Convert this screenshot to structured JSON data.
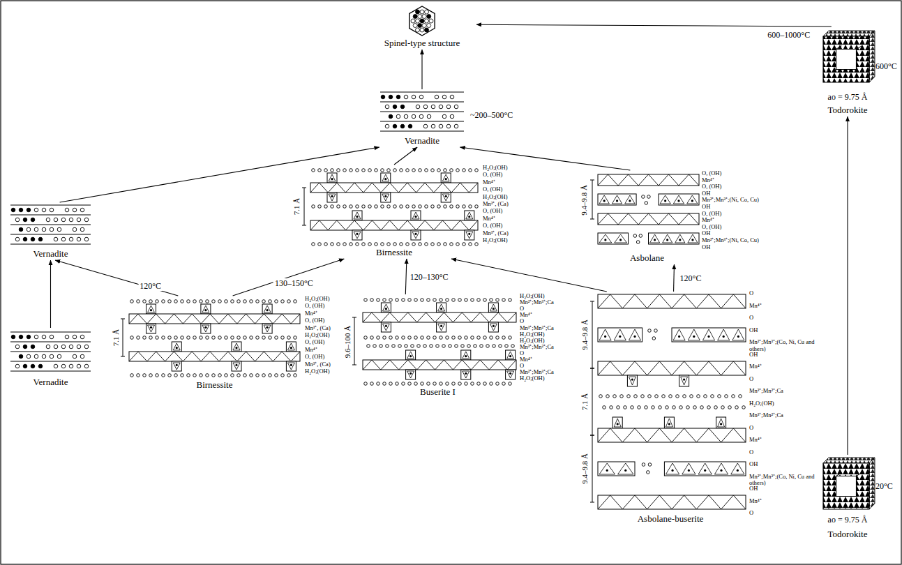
{
  "diagram": {
    "nodes": [
      {
        "text": [
          "Spinel-type structure"
        ]
      },
      {
        "text": [
          "Vernadite"
        ]
      },
      {
        "text": [
          "Todorokite"
        ]
      },
      {
        "text": [
          "Vernadite"
        ]
      },
      {
        "text": [
          "Birnessite"
        ]
      },
      {
        "text": [
          "Asbolane"
        ]
      },
      {
        "text": [
          "Vernadite"
        ]
      },
      {
        "text": [
          "Birnessite"
        ]
      },
      {
        "text": [
          "Buserite I"
        ]
      },
      {
        "text": [
          "Asbolane-buserite"
        ]
      },
      {
        "text": [
          "Todorokite"
        ]
      }
    ],
    "edges": [
      {
        "from": 6,
        "to": 3,
        "arrow": "to"
      },
      {
        "from": 7,
        "to": 3,
        "label": "120°C",
        "arrow": "to"
      },
      {
        "from": 7,
        "to": 4,
        "label": "130–150°C",
        "arrow": "to"
      },
      {
        "from": 8,
        "to": 4,
        "label": "120–130°C",
        "arrow": "to"
      },
      {
        "from": 9,
        "to": 4,
        "arrow": "to"
      },
      {
        "from": 9,
        "to": 5,
        "label": "120°C",
        "arrow": "to"
      },
      {
        "from": 10,
        "to": 2,
        "arrow": "to"
      },
      {
        "from": 3,
        "to": 1,
        "arrow": "to"
      },
      {
        "from": 4,
        "to": 1,
        "arrow": "to"
      },
      {
        "from": 5,
        "to": 1,
        "arrow": "to"
      },
      {
        "from": 1,
        "to": 0,
        "arrow": "to"
      },
      {
        "from": 2,
        "to": 0,
        "label": "600–1000°C",
        "arrow": "to"
      }
    ],
    "labels": [
      "~200–500°C",
      "600°C",
      "ao = 9.75 Å",
      "H₂O;(OH)",
      "O, (OH)",
      "Mn⁴⁺",
      "O, (OH)",
      "H₂O;(OH)",
      "Mn³⁺, (Ca)",
      "O, (OH)",
      "Mn⁴⁺",
      "O, (OH)",
      "Mn³⁺, (Ca)",
      "H₂O;(OH)",
      "7.1 Å",
      "O, (OH)",
      "Mn⁴⁺",
      "O, (OH)",
      "OH",
      "Mn²⁺;Mn³⁺;(Ni, Co, Cu)",
      "OH",
      "O, (OH)",
      "Mn⁴⁺",
      "O, (OH)",
      "OH",
      "Mn²⁺;Mn³⁺;(Ni, Co, Cu)",
      "OH",
      "9.4–9.8 Å",
      "H₂O;(OH)",
      "O, (OH)",
      "Mn⁴⁺",
      "O, (OH)",
      "Mn³⁺, (Ca)",
      "H₂O;(OH)",
      "O, (OH)",
      "Mn⁴⁺",
      "O, (OH)",
      "Mn³⁺, (Ca)",
      "H₂O;(OH)",
      "7.1 Å",
      "H₂O;(OH)",
      "Mn²⁺;Mn³⁺;Ca",
      "O",
      "Mn⁴⁺",
      "O",
      "Mn³⁺;Mn²⁺;Ca",
      "H₂O;(OH)",
      "H₂O;(OH)",
      "Mn³⁺;Mn²⁺;Ca",
      "O",
      "Mn⁴⁺",
      "O",
      "Mn²⁺;Mn³⁺;Ca",
      "H₂O;(OH)",
      "9.6–100 Å",
      "O",
      "Mn⁴⁺",
      "O",
      "OH",
      "Mn²⁺;Mn³⁺;(Co, Ni, Cu and others)",
      "OH",
      "Mn⁴⁺",
      "O",
      "Mn³⁺;Mn²⁺;Ca",
      "H₂O;(OH)",
      "Mn³⁺;Mn²⁺;Ca",
      "O",
      "Mn⁴⁺",
      "O",
      "OH",
      "Mn²⁺;Mn³⁺;(Co, Ni, Cu and others)",
      "OH",
      "Mn⁴⁺",
      "O",
      "9.4–9.8 Å",
      "7.1 Å",
      "9.4–9.8 Å",
      "20°C",
      "ao = 9.75 Å"
    ]
  }
}
